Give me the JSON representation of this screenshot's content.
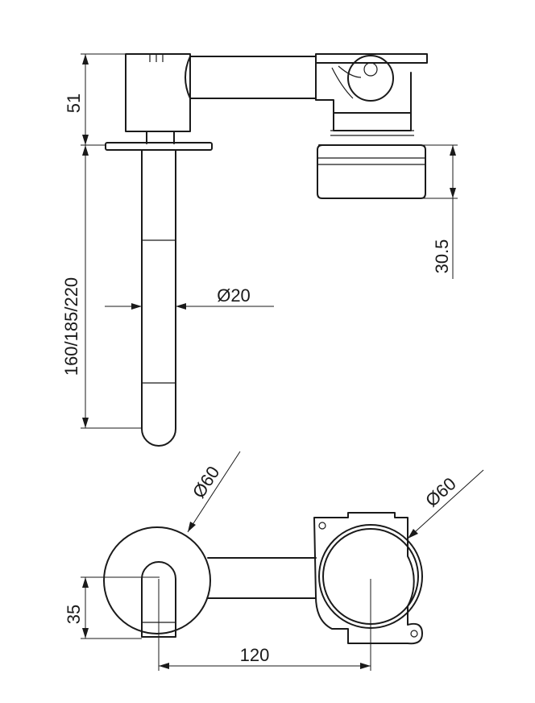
{
  "drawing": {
    "colors": {
      "line": "#1a1a1a",
      "background": "#ffffff"
    },
    "labels": {
      "height_51": "51",
      "spout_length": "160/185/220",
      "diameter_20": "Ø20",
      "height_30_5": "30.5",
      "diameter_60_left": "Ø60",
      "diameter_60_right": "Ø60",
      "offset_35": "35",
      "centers_120": "120"
    }
  }
}
